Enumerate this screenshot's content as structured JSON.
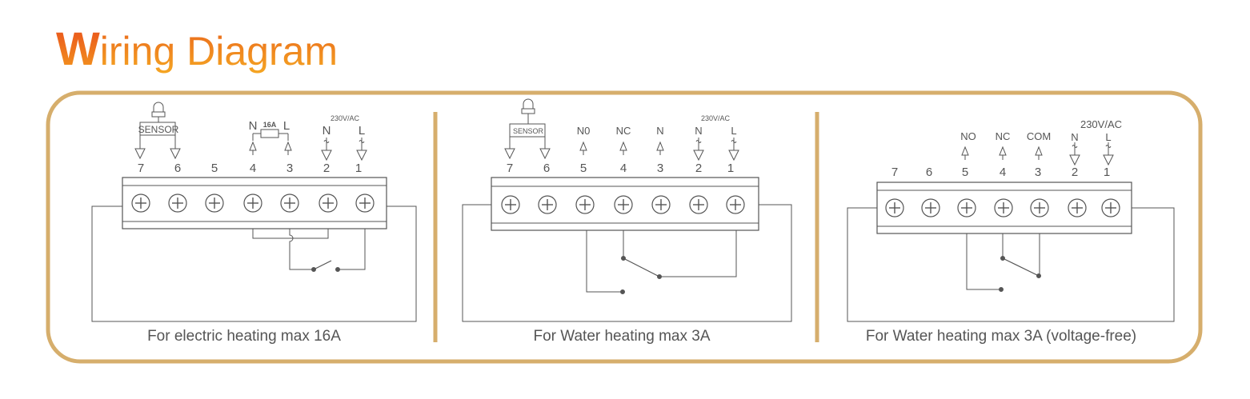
{
  "title": {
    "first_letter": "W",
    "rest": "iring Diagram"
  },
  "colors": {
    "frame": "#d6ae6c",
    "title_start": "#e94f1d",
    "title_end": "#f5a623",
    "line": "#555555"
  },
  "panels": [
    {
      "caption": "For electric heating max 16A",
      "sensor_label": "SENSOR",
      "voltage_label": "230V/AC",
      "load_labels": {
        "n": "N",
        "rating": "16A",
        "l": "L"
      },
      "supply_labels": {
        "n": "N",
        "l": "L"
      },
      "terminals": [
        "7",
        "6",
        "5",
        "4",
        "3",
        "2",
        "1"
      ]
    },
    {
      "caption": "For Water heating max 3A",
      "sensor_label": "SENSOR",
      "voltage_label": "230V/AC",
      "contact_labels": [
        "N0",
        "NC",
        "N"
      ],
      "supply_labels": {
        "n": "N",
        "l": "L"
      },
      "terminals": [
        "7",
        "6",
        "5",
        "4",
        "3",
        "2",
        "1"
      ]
    },
    {
      "caption": "For Water heating max 3A (voltage-free)",
      "voltage_label": "230V/AC",
      "contact_labels": [
        "NO",
        "NC",
        "COM"
      ],
      "supply_labels": {
        "n": "N",
        "l": "L"
      },
      "terminals": [
        "7",
        "6",
        "5",
        "4",
        "3",
        "2",
        "1"
      ]
    }
  ]
}
